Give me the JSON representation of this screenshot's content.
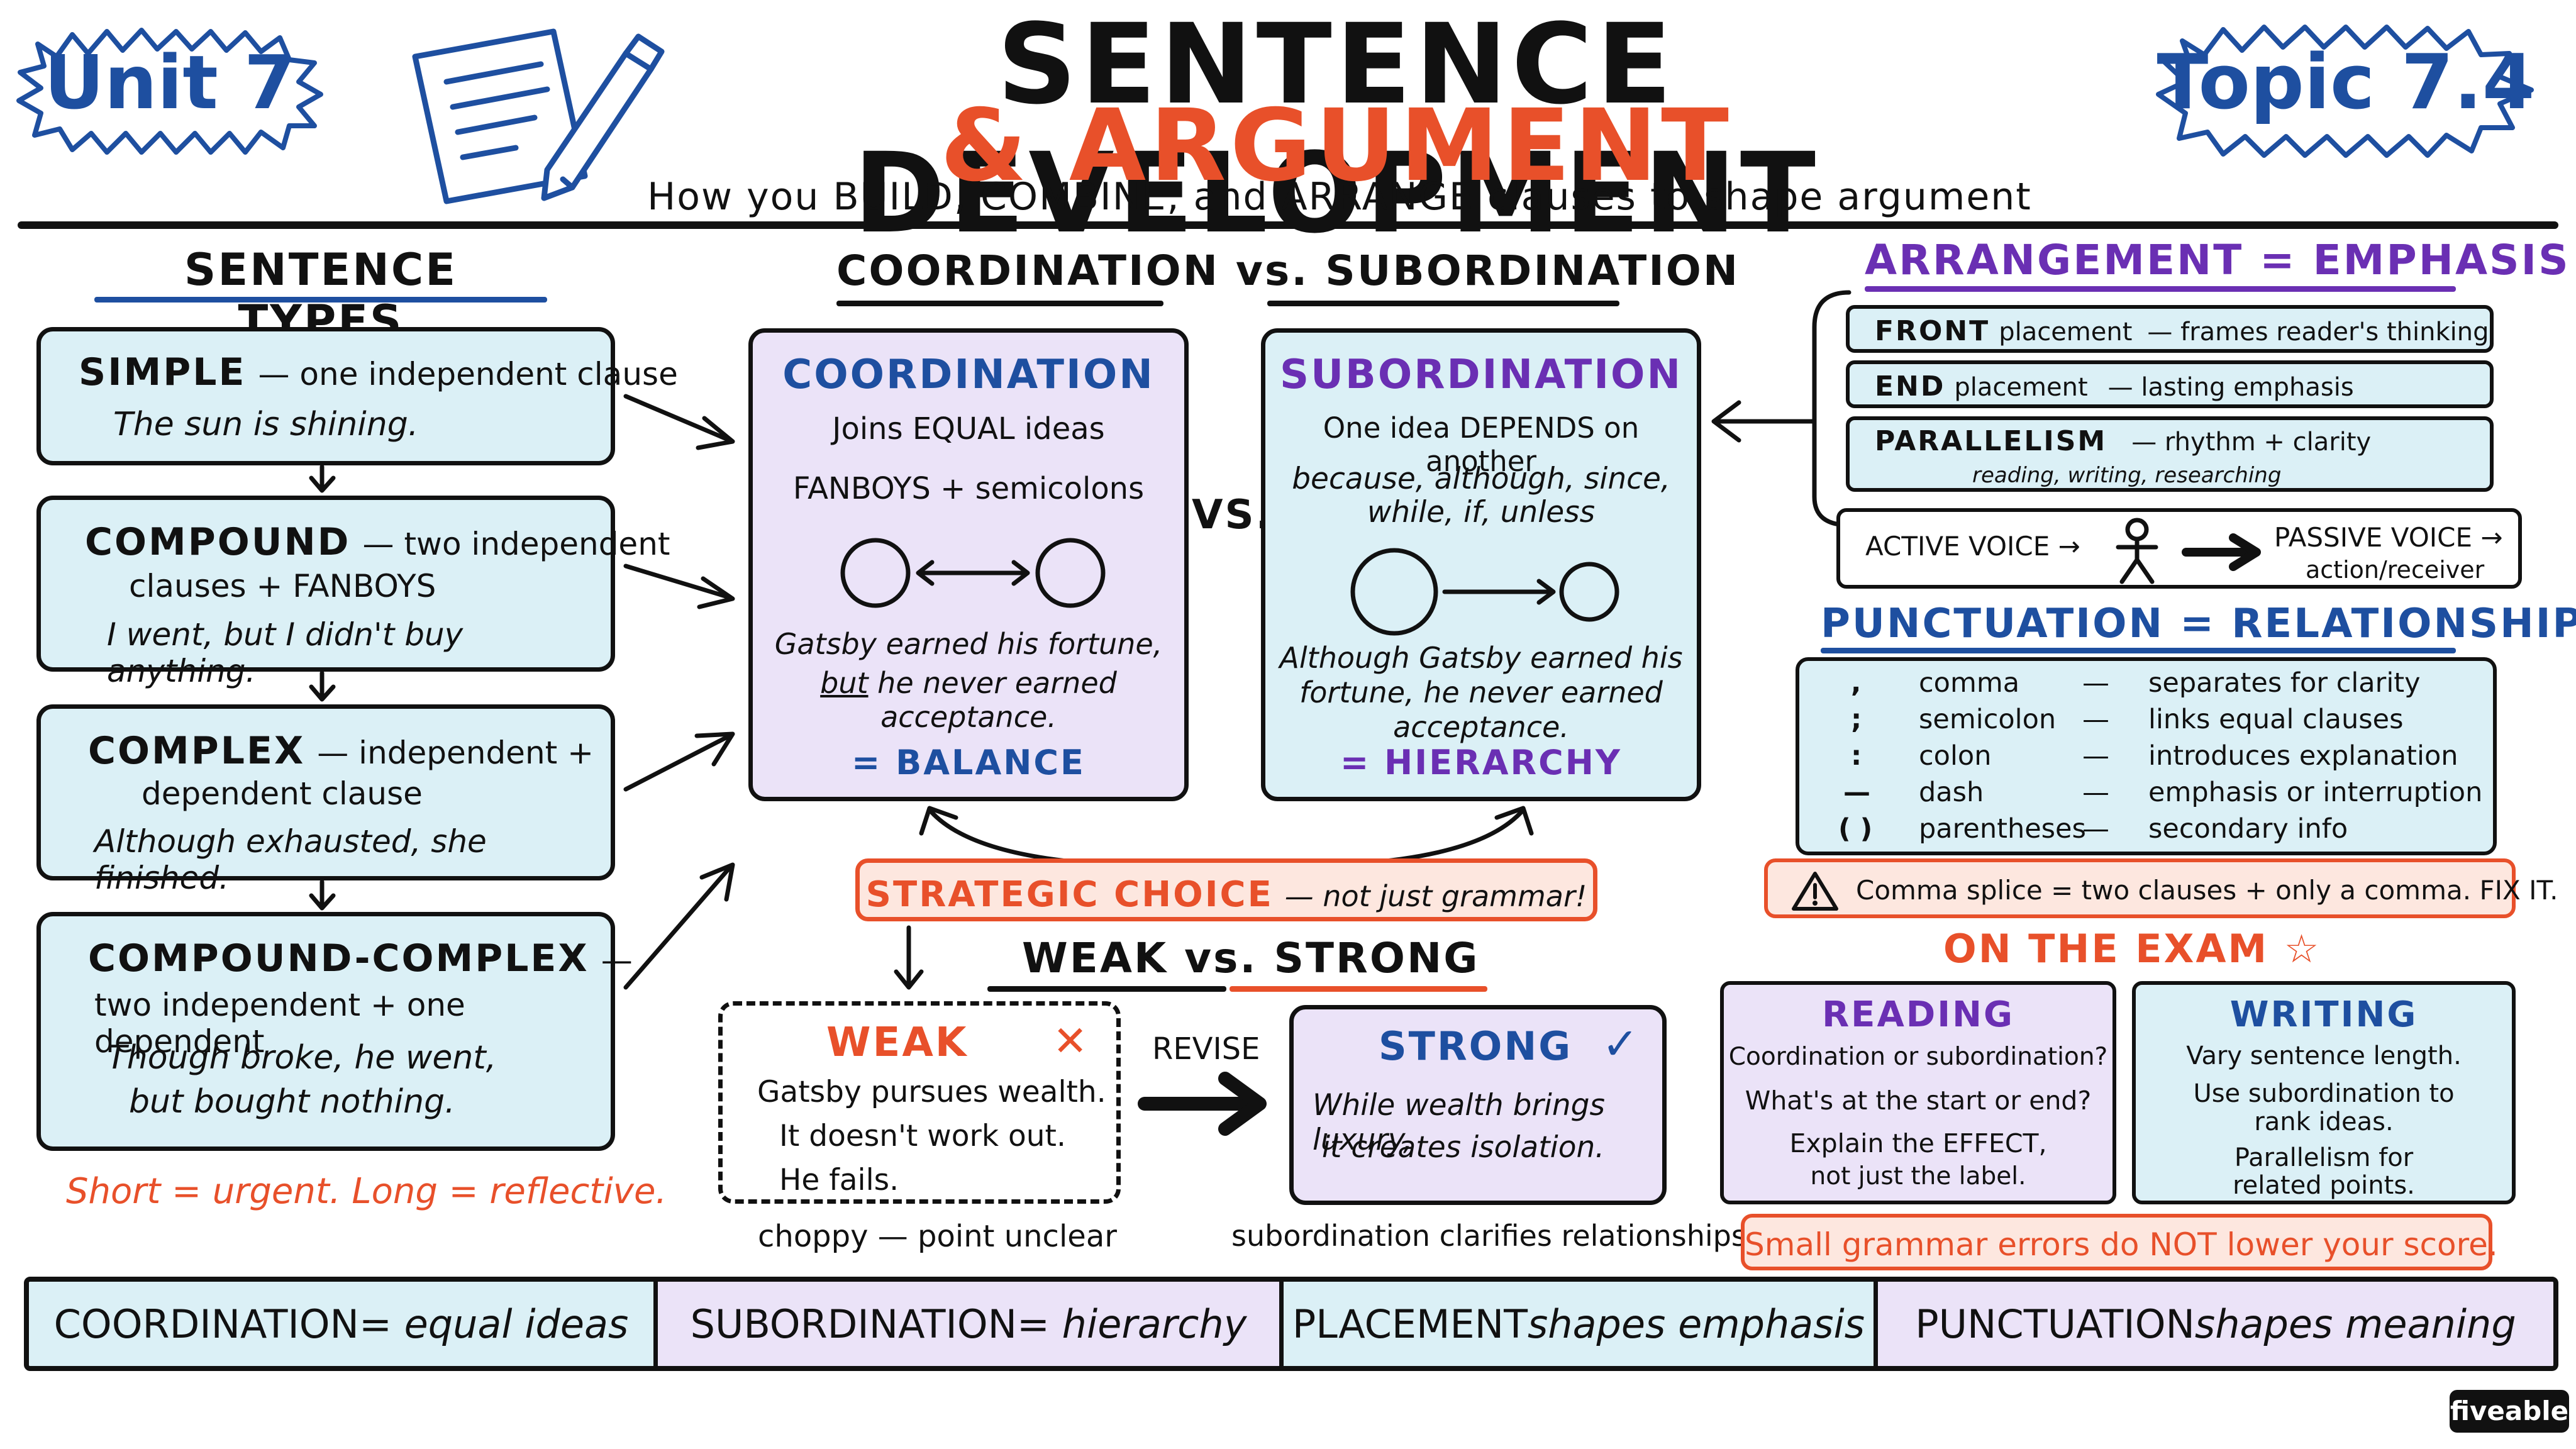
{
  "header": {
    "unit_badge": "Unit 7",
    "topic_badge": "Topic 7.4",
    "title_line1": "SENTENCE DEVELOPMENT",
    "title_line2": "& ARGUMENT",
    "subtitle": "How you BUILD, COMBINE, and ARRANGE clauses to shape argument"
  },
  "sentence_types": {
    "heading": "SENTENCE TYPES",
    "simple": {
      "name": "SIMPLE",
      "desc": "— one independent clause",
      "example": "The sun is shining."
    },
    "compound": {
      "name": "COMPOUND",
      "desc": "— two independent",
      "desc2": "clauses + FANBOYS",
      "example": "I went, but I didn't buy anything."
    },
    "complex": {
      "name": "COMPLEX",
      "desc": "— independent +",
      "desc2": "dependent clause",
      "example": "Although exhausted, she finished."
    },
    "compound_complex": {
      "name": "COMPOUND-COMPLEX",
      "desc": "—",
      "desc2": "two independent + one dependent",
      "example1": "Though broke, he went,",
      "example2": "but bought nothing."
    },
    "note": "Short = urgent. Long = reflective."
  },
  "coord_sub": {
    "heading_left": "COORDINATION",
    "heading_vs": "vs.",
    "heading_right": "SUBORDINATION",
    "vs": "VS.",
    "coordination": {
      "title": "COORDINATION",
      "line1": "Joins EQUAL ideas",
      "line2": "FANBOYS + semicolons",
      "example1": "Gatsby earned his fortune,",
      "example2_u": "but",
      "example2_rest": " he never earned acceptance.",
      "footer": "= BALANCE"
    },
    "subordination": {
      "title": "SUBORDINATION",
      "line1": "One idea DEPENDS on another",
      "line2": "because, although, since,",
      "line3": "while, if, unless",
      "example1": "Although Gatsby earned his",
      "example2": "fortune, he never earned",
      "example3": "acceptance.",
      "footer": "= HIERARCHY"
    },
    "strategic_choice": "STRATEGIC CHOICE",
    "strategic_note": "— not just grammar!"
  },
  "weak_strong": {
    "heading_left": "WEAK",
    "heading_vs": "vs.",
    "heading_right": "STRONG",
    "weak": {
      "title": "WEAK",
      "mark": "✕",
      "lines": [
        "Gatsby pursues wealth.",
        "It doesn't work out.",
        "He fails."
      ],
      "caption": "choppy — point unclear"
    },
    "revise": "REVISE",
    "strong": {
      "title": "STRONG",
      "mark": "✓",
      "lines": [
        "While wealth brings luxury,",
        "it creates isolation."
      ],
      "caption": "subordination clarifies relationships"
    }
  },
  "arrangement": {
    "heading": "ARRANGEMENT = EMPHASIS",
    "front": {
      "name": "FRONT",
      "word": "placement",
      "desc": "— frames reader's thinking"
    },
    "end": {
      "name": "END",
      "word": "placement",
      "desc": "— lasting emphasis"
    },
    "parallelism": {
      "name": "PARALLELISM",
      "desc": "— rhythm + clarity",
      "example": "reading, writing, researching"
    },
    "voice": {
      "active": "ACTIVE VOICE →",
      "passive": "PASSIVE VOICE →",
      "passive_sub": "action/receiver"
    }
  },
  "punctuation": {
    "heading": "PUNCTUATION = RELATIONSHIPS",
    "items": [
      {
        "symbol": ",",
        "name": "comma",
        "dash": "—",
        "desc": "separates for clarity"
      },
      {
        "symbol": ";",
        "name": "semicolon",
        "dash": "—",
        "desc": "links equal clauses"
      },
      {
        "symbol": ":",
        "name": "colon",
        "dash": "—",
        "desc": "introduces explanation"
      },
      {
        "symbol": "—",
        "name": "dash",
        "dash": "—",
        "desc": "emphasis or interruption"
      },
      {
        "symbol": "( )",
        "name": "parentheses",
        "dash": "—",
        "desc": "secondary info"
      }
    ],
    "warning": "Comma splice = two clauses + only a comma. FIX IT."
  },
  "exam": {
    "heading": "ON THE EXAM ☆",
    "reading": {
      "title": "READING",
      "lines": [
        "Coordination or subordination?",
        "What's at the start or end?",
        "Explain the EFFECT,",
        "not just the label."
      ]
    },
    "writing": {
      "title": "WRITING",
      "lines": [
        "Vary sentence length.",
        "Use subordination to",
        "rank ideas.",
        "Parallelism for",
        "related points."
      ]
    },
    "note": "Small grammar errors do NOT lower your score."
  },
  "footer": {
    "items": [
      {
        "strong": "COORDINATION",
        "rest": " = equal ideas"
      },
      {
        "strong": "SUBORDINATION",
        "rest": " = hierarchy"
      },
      {
        "strong": "PLACEMENT",
        "rest": " shapes emphasis"
      },
      {
        "strong": "PUNCTUATION",
        "rest": " shapes meaning"
      }
    ],
    "brand": "fiveable"
  },
  "colors": {
    "blue": "#1e4fa0",
    "purple": "#6a2fb3",
    "red": "#e8502a",
    "cyan": "#dbf0f6",
    "lavender": "#ebe3f8",
    "pink": "#fde7df"
  }
}
